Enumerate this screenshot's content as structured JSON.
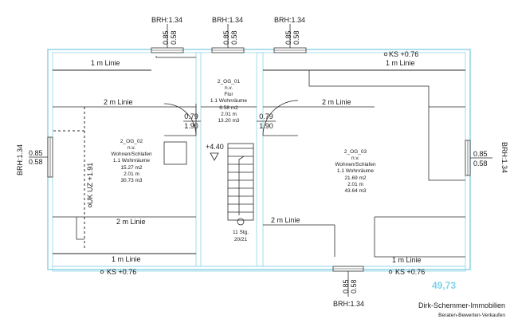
{
  "plan": {
    "brh_top_left": "BRH:1.34",
    "brh_top_mid": "BRH:1.34",
    "brh_top_right": "BRH:1.34",
    "brh_left": "BRH:1.34",
    "brh_right": "BRH:1.34",
    "brh_bottom": "BRH:1.34",
    "win_a": "0.85",
    "win_b": "0.58",
    "ks_top": "KS +0.76",
    "ks_bottom_left": "KS +0.76",
    "ks_bottom_right": "KS +0.76",
    "linie_1m": "1 m Linie",
    "linie_2m": "2 m Linie",
    "door_w": "0.79",
    "door_h": "1.90",
    "stair_level": "+4.40",
    "stair_steps": "11 Stg.",
    "stair_ratio": "20/21",
    "uk_uz": "UK UZ +1.91",
    "area_total": "49,73",
    "company_line1": "Dirk-Schemmer-Immobilien",
    "company_line2": "Beraten-Bewerten-Verkaufen"
  },
  "rooms": {
    "flur": [
      "2_OG_01",
      "n.v.",
      "Flur",
      "1.1 Wohnräume",
      "6.58 m2",
      "2.01 m",
      "13.20 m3"
    ],
    "wohnen_left": [
      "2_OG_02",
      "n.v.",
      "Wohnen/Schlafen",
      "1.1 Wohnräume",
      "15.27 m2",
      "2.01 m",
      "30.73 m3"
    ],
    "wohnen_right": [
      "2_OG_03",
      "n.v.",
      "Wohnen/Schlafen",
      "1.1 Wohnräume",
      "21.69 m2",
      "2.01 m",
      "43.64 m3"
    ]
  }
}
